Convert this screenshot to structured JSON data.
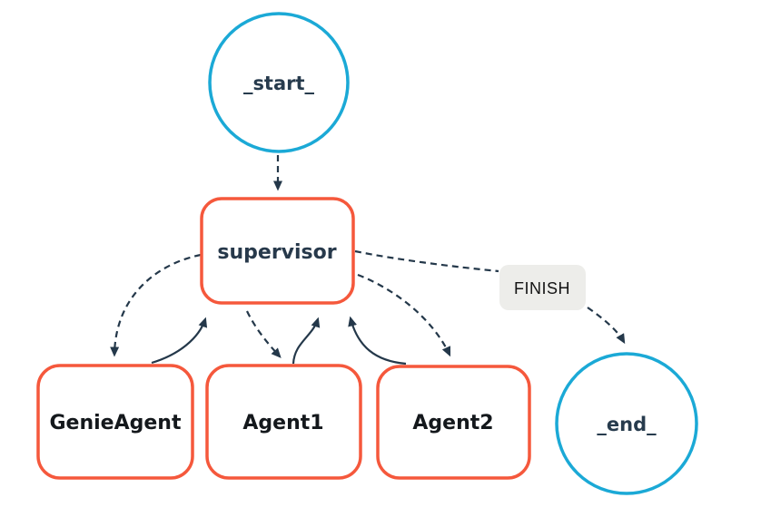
{
  "diagram": {
    "type": "agent-workflow-graph",
    "nodes": {
      "start": {
        "label": "_start_",
        "shape": "circle"
      },
      "supervisor": {
        "label": "supervisor",
        "shape": "rounded-rect"
      },
      "genie_agent": {
        "label": "GenieAgent",
        "shape": "rounded-rect"
      },
      "agent1": {
        "label": "Agent1",
        "shape": "rounded-rect"
      },
      "agent2": {
        "label": "Agent2",
        "shape": "rounded-rect"
      },
      "end": {
        "label": "_end_",
        "shape": "circle"
      }
    },
    "edge_labels": {
      "finish": "FINISH"
    },
    "edges": [
      {
        "from": "_start_",
        "to": "supervisor",
        "style": "dashed"
      },
      {
        "from": "supervisor",
        "to": "GenieAgent",
        "style": "dashed"
      },
      {
        "from": "supervisor",
        "to": "Agent1",
        "style": "dashed"
      },
      {
        "from": "supervisor",
        "to": "Agent2",
        "style": "dashed"
      },
      {
        "from": "supervisor",
        "to": "_end_",
        "style": "dashed",
        "label": "FINISH"
      },
      {
        "from": "GenieAgent",
        "to": "supervisor",
        "style": "solid"
      },
      {
        "from": "Agent1",
        "to": "supervisor",
        "style": "solid"
      },
      {
        "from": "Agent2",
        "to": "supervisor",
        "style": "solid"
      }
    ],
    "colors": {
      "circle_stroke": "#1ba9d6",
      "rect_stroke": "#f5583c",
      "edge": "#24384a",
      "circle_text": "#273b4d",
      "supervisor_text": "#27394b",
      "agent_text": "#14181c",
      "edge_label_bg": "#ededea",
      "edge_label_text": "#141414",
      "background": "#ffffff"
    }
  }
}
